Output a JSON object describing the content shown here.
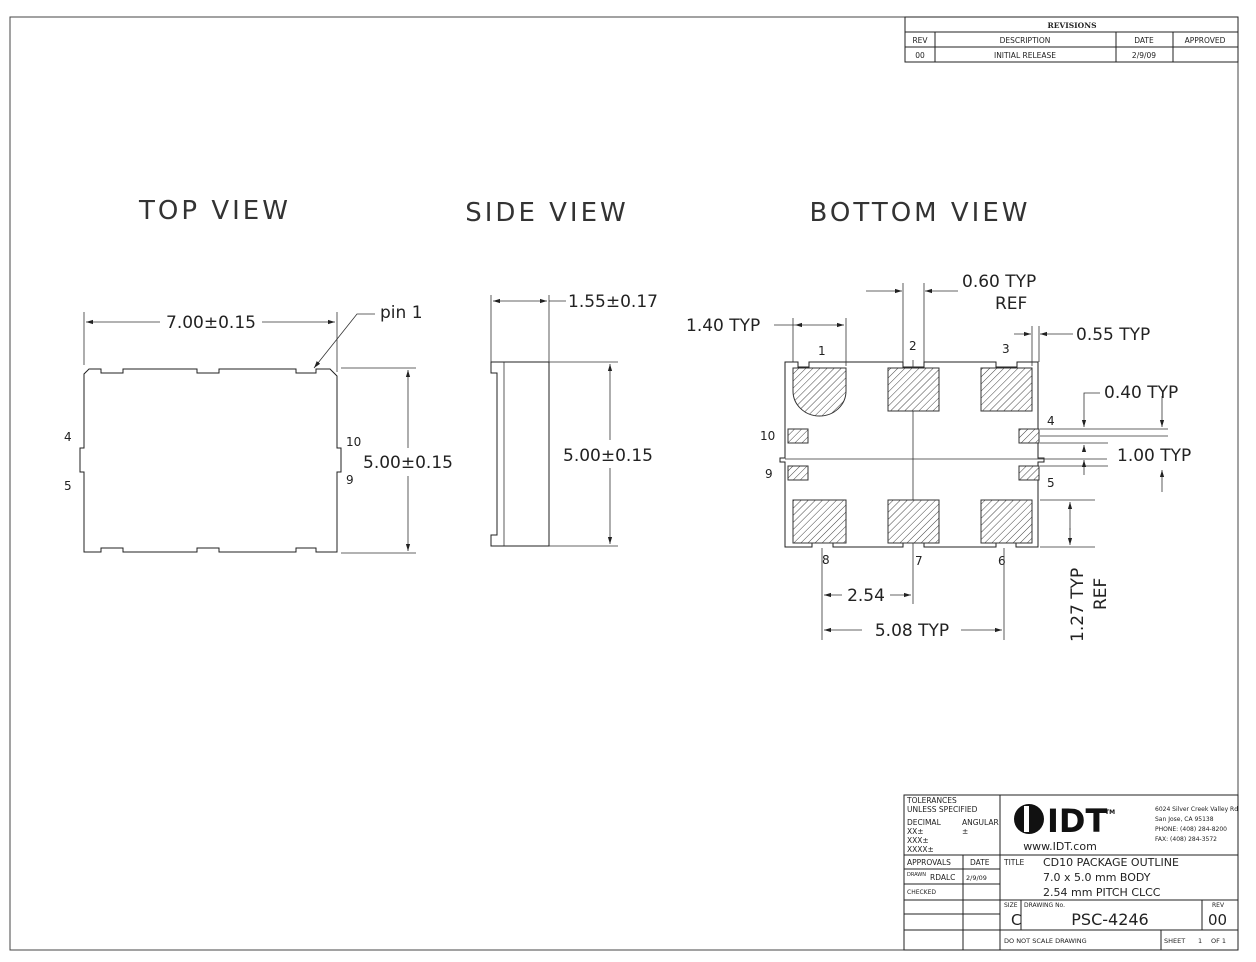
{
  "revisions": {
    "heading": "REVISIONS",
    "columns": [
      "REV",
      "DESCRIPTION",
      "DATE",
      "APPROVED"
    ],
    "rows": [
      {
        "rev": "00",
        "description": "INITIAL RELEASE",
        "date": "2/9/09",
        "approved": ""
      }
    ]
  },
  "views": {
    "top": "TOP VIEW",
    "side": "SIDE VIEW",
    "bottom": "BOTTOM VIEW"
  },
  "top_view": {
    "width_dim": "7.00±0.15",
    "height_dim": "5.00±0.15",
    "pin1_label": "pin 1",
    "pins": {
      "left_upper": "4",
      "left_lower": "5",
      "right_upper": "10",
      "right_lower": "9"
    }
  },
  "side_view": {
    "thickness_dim": "1.55±0.17",
    "height_dim": "5.00±0.15"
  },
  "bottom_view": {
    "pad_width_line1": "0.60 TYP",
    "pad_width_line2": "REF",
    "corner_pad_width": "1.40 TYP",
    "side_pad_offset": "0.55 TYP",
    "small_pad_height": "0.40 TYP",
    "small_pad_gap": "1.00 TYP",
    "pitch": "2.54",
    "outer_pitch": "5.08 TYP",
    "pad_height_line1": "1.27 TYP",
    "pad_height_line2": "REF",
    "pins": {
      "p1": "1",
      "p2": "2",
      "p3": "3",
      "p4": "4",
      "p5": "5",
      "p6": "6",
      "p7": "7",
      "p8": "8",
      "p9": "9",
      "p10": "10"
    }
  },
  "title_block": {
    "tolerances": [
      "TOLERANCES",
      "UNLESS SPECIFIED"
    ],
    "decimal_label": "DECIMAL",
    "angular_label": "ANGULAR",
    "decimal_vals": [
      "XX±",
      "XXX±",
      "XXXX±"
    ],
    "angular_val": "±",
    "logo_text": "IDT",
    "logo_tm": "TM",
    "website": "www.IDT.com",
    "address": [
      "6024 Silver Creek Valley Rd",
      "San Jose, CA 95138",
      "PHONE: (408) 284-8200",
      "FAX: (408) 284-3572"
    ],
    "approvals_label": "APPROVALS",
    "date_label": "DATE",
    "drawn_label": "DRAWN",
    "drawn_by": "RDALC",
    "drawn_date": "2/9/09",
    "checked_label": "CHECKED",
    "title_label": "TITLE",
    "title_lines": [
      "CD10 PACKAGE OUTLINE",
      "7.0 x 5.0 mm BODY",
      "2.54 mm PITCH CLCC"
    ],
    "size_label": "SIZE",
    "size": "C",
    "drawing_no_label": "DRAWING No.",
    "drawing_no": "PSC-4246",
    "rev_label": "REV",
    "rev": "00",
    "note": "DO NOT SCALE DRAWING",
    "sheet_label": "SHEET",
    "sheet_num": "1",
    "sheet_of": "OF 1"
  }
}
